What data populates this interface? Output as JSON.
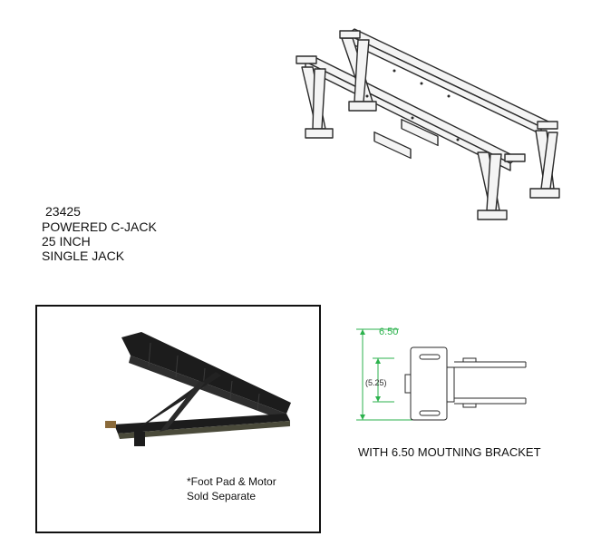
{
  "spec": {
    "part_number": "23425",
    "product": "POWERED C-JACK",
    "length": "25 INCH",
    "config": "SINGLE JACK"
  },
  "photo": {
    "note_line1": "*Foot Pad & Motor",
    "note_line2": "Sold Separate"
  },
  "bracket": {
    "width_dim": "6.50",
    "hole_dim": "(5.25)",
    "caption": "WITH 6.50 MOUTNING BRACKET"
  },
  "colors": {
    "dimension": "#2bb24c",
    "line": "#2a2a2a",
    "jack_body": "#1c1c1c"
  }
}
